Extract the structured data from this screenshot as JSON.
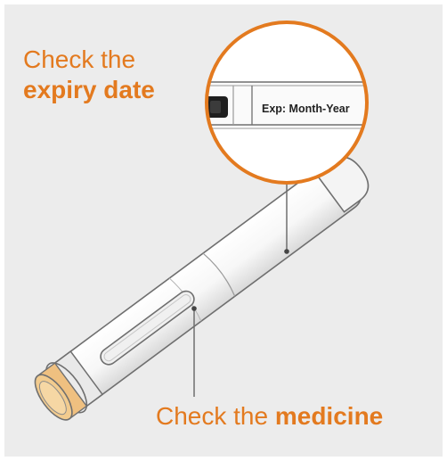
{
  "callouts": {
    "expiry": {
      "line1": "Check the",
      "line2": "expiry date"
    },
    "medicine": {
      "prefix": "Check the ",
      "emphasis": "medicine"
    }
  },
  "label": {
    "expiry_text": "Exp: Month-Year"
  },
  "colors": {
    "accent": "#e37a1f",
    "background": "#ececec",
    "outline": "#6f6f6f",
    "window_fill": "#f2cb8e"
  }
}
